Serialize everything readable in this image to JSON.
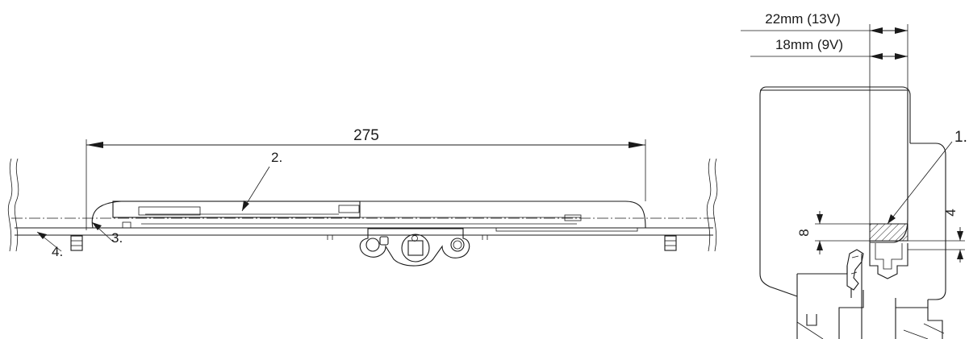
{
  "dimensions": {
    "length": "275",
    "offset_13v": "22mm (13V)",
    "offset_9v": "18mm (9V)",
    "height_small": "8",
    "height_right": "4"
  },
  "callouts": {
    "c1": "1.",
    "c2": "2.",
    "c3": "3.",
    "c4": "4."
  }
}
